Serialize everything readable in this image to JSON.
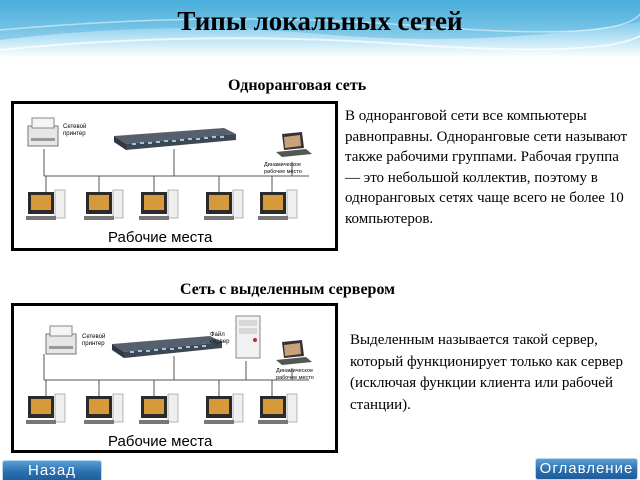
{
  "slide": {
    "title": "Типы локальных сетей"
  },
  "section1": {
    "title": "Одноранговая сеть",
    "diagram": {
      "printer_label_1": "Сетевой",
      "printer_label_2": "принтер",
      "laptop_label_1": "Динамическое",
      "laptop_label_2": "рабочее место",
      "workplaces_caption": "Рабочие места"
    },
    "description": "В одноранговой сети все компьютеры равноправны. Одноранговые сети называют также рабочими группами. Рабочая группа — это небольшой коллектив, поэтому в одноранговых сетях чаще всего не более 10 компьютеров."
  },
  "section2": {
    "title": "Сеть с выделенным сервером",
    "diagram": {
      "printer_label_1": "Сетевой",
      "printer_label_2": "принтер",
      "server_label_1": "Файл",
      "server_label_2": "сервер",
      "laptop_label_1": "Динамическое",
      "laptop_label_2": "рабочее место",
      "workplaces_caption": "Рабочие места"
    },
    "description": "Выделенным называется такой сервер, который функционирует только как сервер (исключая функции клиента или рабочей станции)."
  },
  "nav": {
    "back_label": "Назад",
    "contents_label": "Оглавление"
  },
  "colors": {
    "header_blue": "#4fb3dd",
    "button_blue": "#2a6fb0"
  }
}
